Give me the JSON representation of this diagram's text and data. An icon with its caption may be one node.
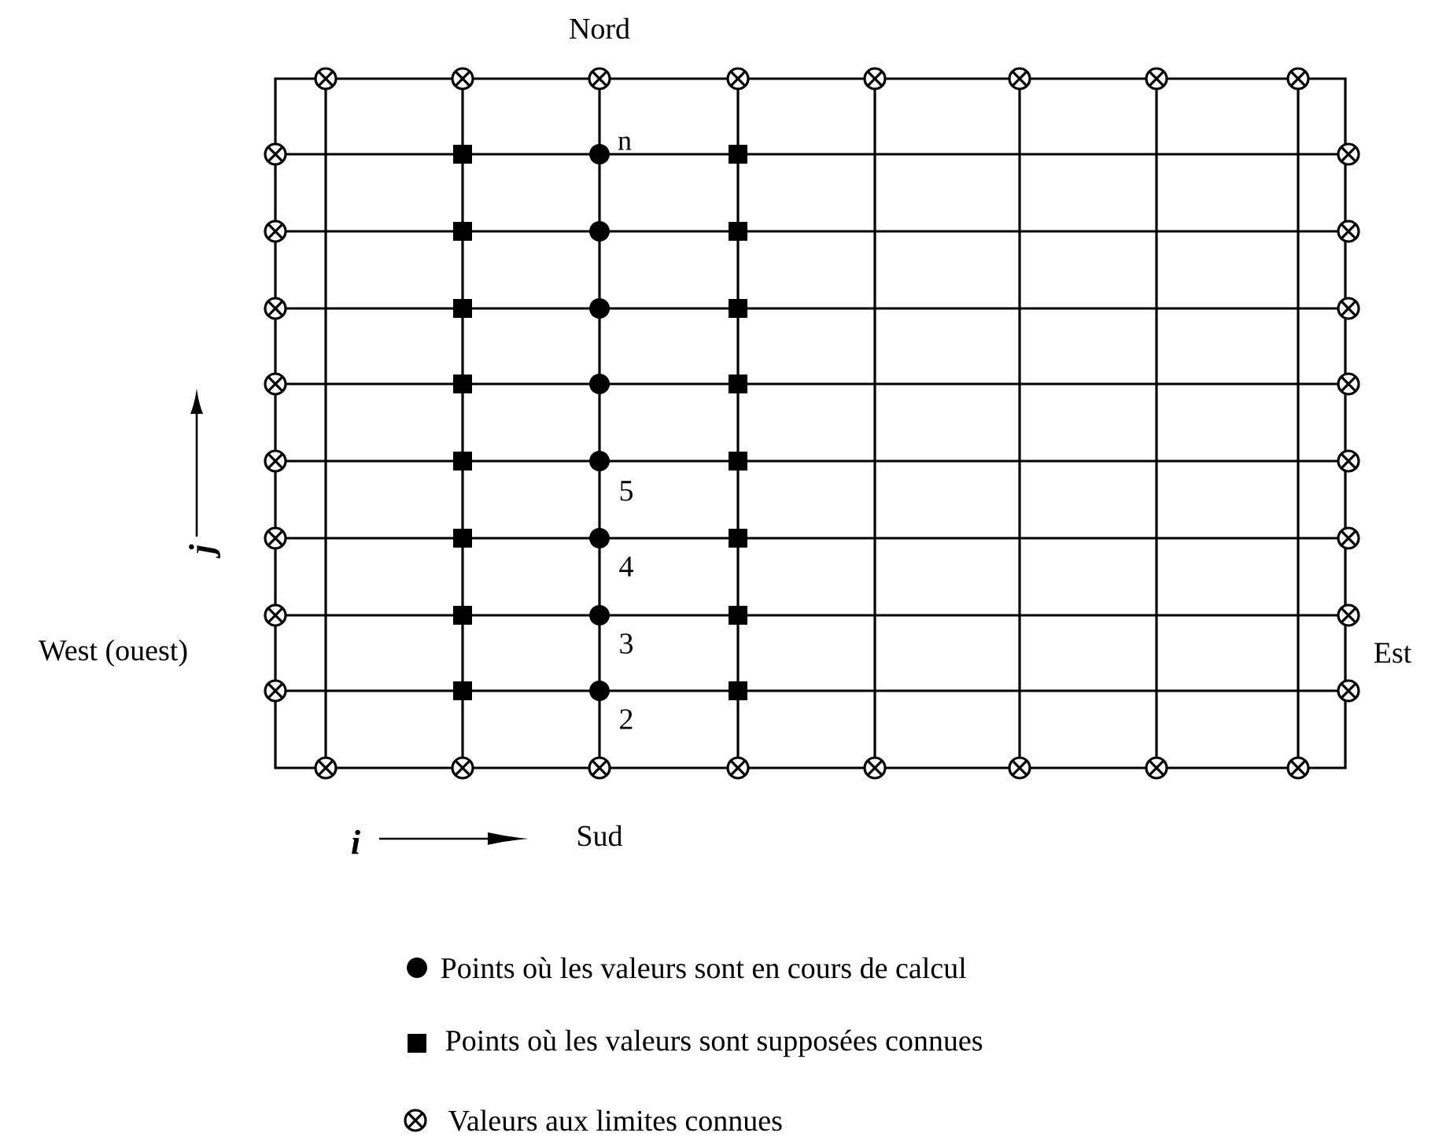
{
  "diagram": {
    "labels": [
      "Nord",
      "n",
      "5",
      "4",
      "3",
      "2",
      "j",
      "West (ouest)",
      "Est",
      "i",
      "Sud"
    ],
    "legend": [
      {
        "text": "Points où les valeurs sont en cours de calcul"
      },
      {
        "text": "Points où les valeurs sont supposées connues"
      },
      {
        "text": "Valeurs aux limites connues"
      }
    ]
  }
}
